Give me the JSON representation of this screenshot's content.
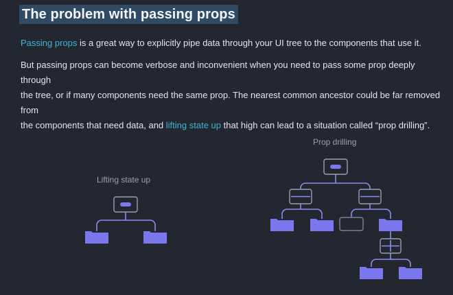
{
  "heading": "The problem with passing props",
  "paragraph1": {
    "link": "Passing props",
    "text": " is a great way to explicitly pipe data through your UI tree to the components that use it."
  },
  "paragraph2": {
    "line1": "But passing props can become verbose and inconvenient when you need to pass some prop deeply through",
    "line2": "the tree, or if many components need the same prop. The nearest common ancestor could be far removed from",
    "line3_before": "the components that need data, and ",
    "line3_link": "lifting state up",
    "line3_after": " that high can lead to a situation called “prop drilling”."
  },
  "diagrams": {
    "left_caption": "Lifting state up",
    "right_caption": "Prop drilling"
  },
  "colors": {
    "background": "#23272f",
    "link": "#3fb4d6",
    "heading_highlight": "#2f4a62",
    "node_fill": "#7b77ee",
    "edge": "#8f8cf2",
    "box_outline": "#9aa1ad"
  }
}
